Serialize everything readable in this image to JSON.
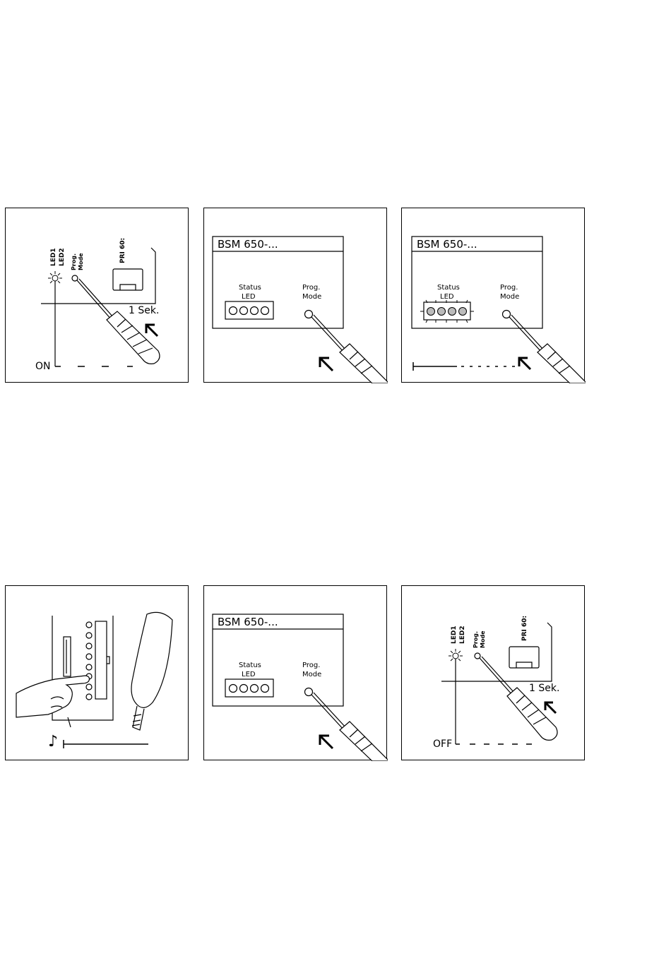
{
  "labels": {
    "led1": "LED1",
    "led2": "LED2",
    "prog_mode": "Prog. Mode",
    "prog": "Prog.",
    "mode": "Mode",
    "pri": "PRI 60:",
    "sek": "1 Sek.",
    "on": "ON",
    "off": "OFF",
    "device": "BSM 650-...",
    "status": "Status",
    "led": "LED",
    "note": "♪"
  },
  "colors": {
    "line": "#000000",
    "background": "#ffffff"
  }
}
